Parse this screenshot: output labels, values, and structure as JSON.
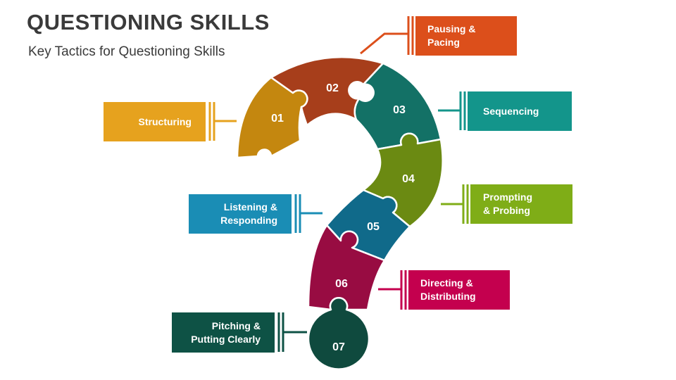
{
  "header": {
    "title": "QUESTIONING SKILLS",
    "subtitle": "Key Tactics for Questioning Skills"
  },
  "steps": [
    {
      "number": "01",
      "label": "Structuring",
      "color": "#E6A21E"
    },
    {
      "number": "02",
      "label": "Pausing &\nPacing",
      "color": "#DC4F1B"
    },
    {
      "number": "03",
      "label": "Sequencing",
      "color": "#13958B"
    },
    {
      "number": "04",
      "label": "Prompting\n& Probing",
      "color": "#7FAD17"
    },
    {
      "number": "05",
      "label": "Listening &\nResponding",
      "color": "#1A8DB5"
    },
    {
      "number": "06",
      "label": "Directing &\nDistributing",
      "color": "#C4004E"
    },
    {
      "number": "07",
      "label": "Pitching &\nPutting Clearly",
      "color": "#0E5245"
    }
  ]
}
